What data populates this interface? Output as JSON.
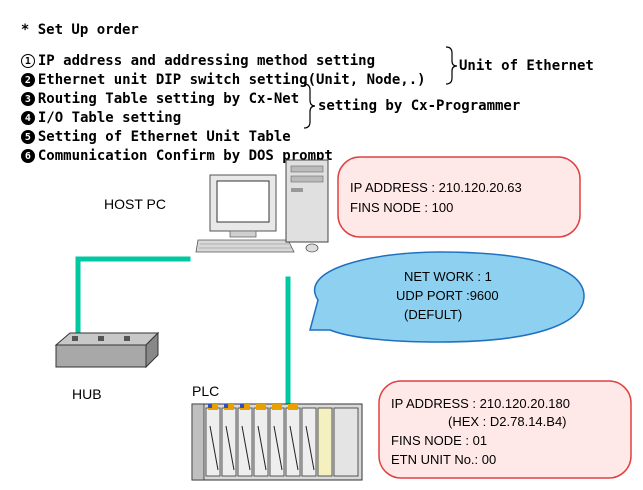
{
  "header": {
    "title": "* Set Up order"
  },
  "steps": [
    {
      "num": "1",
      "text": "IP address and addressing method setting"
    },
    {
      "num": "2",
      "text": "Ethernet unit DIP switch setting(Unit, Node,.)"
    },
    {
      "num": "3",
      "text": "Routing Table setting by Cx-Net"
    },
    {
      "num": "4",
      "text": "I/O Table setting"
    },
    {
      "num": "5",
      "text": "Setting of Ethernet Unit Table"
    },
    {
      "num": "6",
      "text": "Communication Confirm by DOS prompt"
    }
  ],
  "braces": {
    "ethernet": "Unit of Ethernet",
    "programmer": "setting by Cx-Programmer"
  },
  "diagram": {
    "host_label": "HOST PC",
    "hub_label": "HUB",
    "plc_label": "PLC",
    "host_box": {
      "ip": "IP ADDRESS : 210.120.20.63",
      "fins": "FINS NODE : 100"
    },
    "network_bubble": {
      "net": "NET WORK : 1",
      "port": "UDP PORT :9600",
      "note": "(DEFULT)"
    },
    "plc_box": {
      "ip": "IP ADDRESS : 210.120.20.180",
      "hex": "(HEX : D2.78.14.B4)",
      "fins": "FINS NODE : 01",
      "unit": "ETN UNIT No.: 00"
    },
    "colors": {
      "cable": "#00c8a0",
      "box_fill": "#ffe8e8",
      "box_stroke": "#e04040",
      "bubble_fill": "#8ed0f0",
      "bubble_stroke": "#2070c0"
    }
  }
}
